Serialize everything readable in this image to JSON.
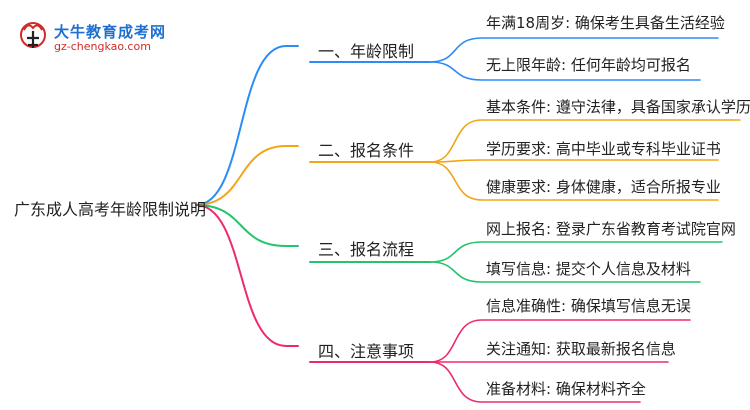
{
  "logo": {
    "title": "大牛教育成考网",
    "url": "gz-chengkao.com"
  },
  "root": "广东成人高考年龄限制说明",
  "branches": [
    {
      "label": "一、年龄限制",
      "color": "#2b8cf5",
      "leaves": [
        "年满18周岁: 确保考生具备生活经验",
        "无上限年龄: 任何年龄均可报名"
      ]
    },
    {
      "label": "二、报名条件",
      "color": "#f2a516",
      "leaves": [
        "基本条件: 遵守法律，具备国家承认学历",
        "学历要求: 高中毕业或专科毕业证书",
        "健康要求: 身体健康，适合所报专业"
      ]
    },
    {
      "label": "三、报名流程",
      "color": "#22c46c",
      "leaves": [
        "网上报名: 登录广东省教育考试院官网",
        "填写信息: 提交个人信息及材料"
      ]
    },
    {
      "label": "四、注意事项",
      "color": "#ee2a6f",
      "leaves": [
        "信息准确性: 确保填写信息无误",
        "关注通知: 获取最新报名信息",
        "准备材料: 确保材料齐全"
      ]
    }
  ]
}
